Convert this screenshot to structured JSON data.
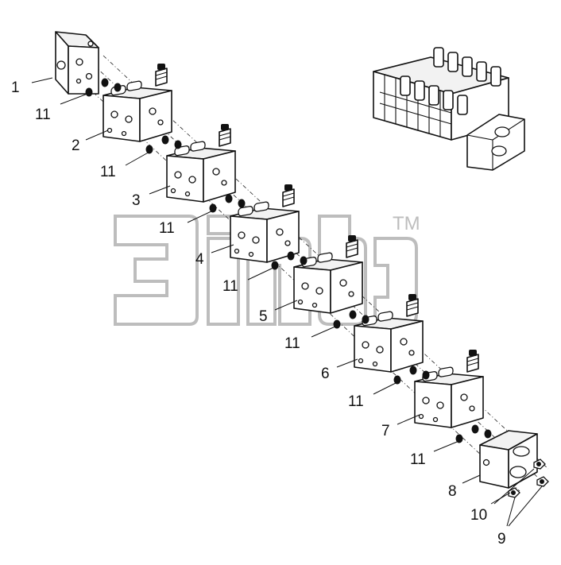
{
  "callouts": {
    "c1": "1",
    "c2": "2",
    "c3": "3",
    "c4": "4",
    "c5": "5",
    "c6": "6",
    "c7": "7",
    "c8": "8",
    "c9": "9",
    "c10": "10",
    "c11": "11"
  },
  "watermark": {
    "trademark": "TM"
  },
  "colors": {
    "line": "#111111",
    "watermark": "#bdbdbd",
    "background": "#ffffff"
  }
}
